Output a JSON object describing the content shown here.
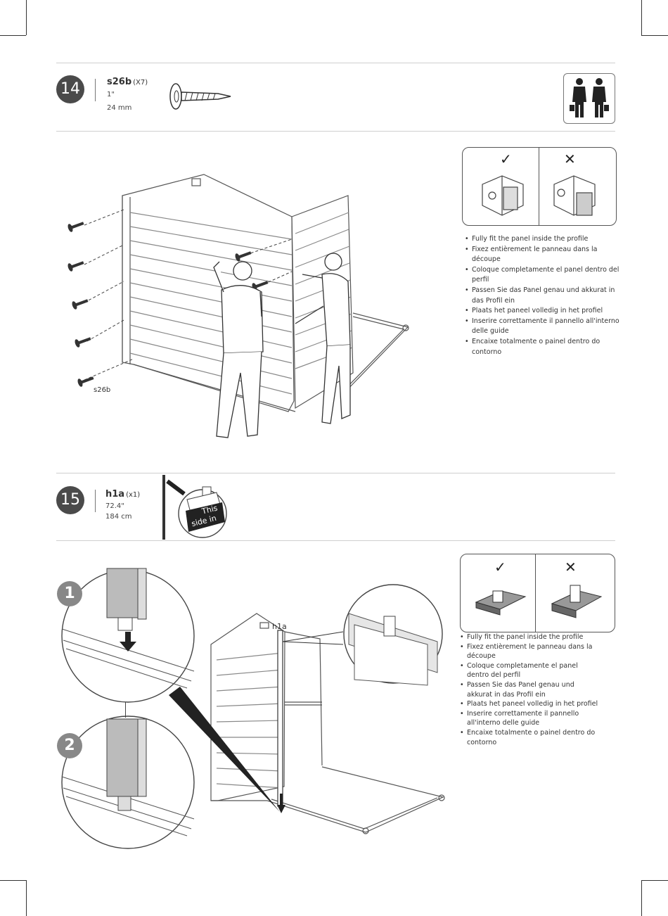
{
  "step14": {
    "number": "14",
    "part_code": "s26b",
    "part_qty": "(X7)",
    "size_in": "1\"",
    "size_mm": "24 mm",
    "diagram_label": "s26b",
    "check": "✓",
    "cross": "✕",
    "instructions": [
      "Fully fit the panel inside the profile",
      "Fixez entièrement le panneau dans la découpe",
      "Coloque completamente el panel dentro del perfil",
      "Passen Sie das Panel genau und akkurat in das Profil ein",
      "Plaats het paneel volledig in het profiel",
      "Inserire correttamente il pannello all'interno delle guide",
      "Encaixe totalmente o painel dentro do contorno"
    ]
  },
  "step15": {
    "number": "15",
    "part_code": "h1a",
    "part_qty": "(x1)",
    "size_in": "72.4\"",
    "size_cm": "184 cm",
    "callout_text_1": "This",
    "callout_text_2": "side in",
    "diagram_label": "h1a",
    "detail_1": "1",
    "detail_2": "2",
    "check": "✓",
    "cross": "✕",
    "instructions": [
      "Fully fit the panel inside the profile",
      "Fixez entièrement le panneau dans la découpe",
      "Coloque completamente el panel dentro del perfil",
      "Passen Sie das Panel genau und akkurat in das Profil ein",
      "Plaats het paneel volledig in het profiel",
      "Inserire correttamente il pannello all'interno delle guide",
      "Encaixe totalmente o painel dentro do contorno"
    ]
  },
  "icons": {
    "two_person": "two-person-icon",
    "screw": "screw-icon"
  }
}
